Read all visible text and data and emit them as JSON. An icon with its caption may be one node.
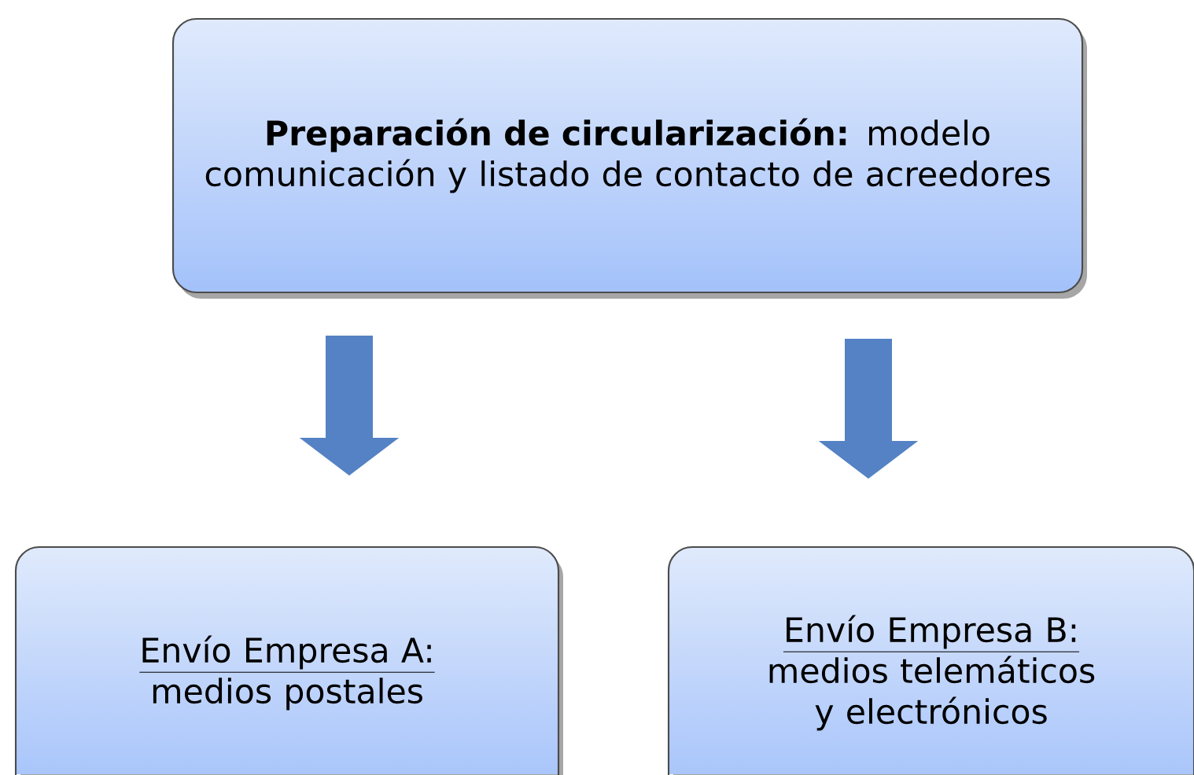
{
  "diagram": {
    "nodes": [
      {
        "text": [
          "**Preparación de circularización:** modelo comunicación y listado de contacto de acreedores"
        ]
      },
      {
        "text": [
          "Envío Empresa A:",
          "medios postales"
        ]
      },
      {
        "text": [
          "Envío Empresa B:",
          "medios telemáticos y electrónicos"
        ]
      }
    ],
    "edges": [
      {
        "from": 0,
        "to": 1,
        "arrow": "to"
      },
      {
        "from": 0,
        "to": 2,
        "arrow": "to"
      }
    ]
  }
}
